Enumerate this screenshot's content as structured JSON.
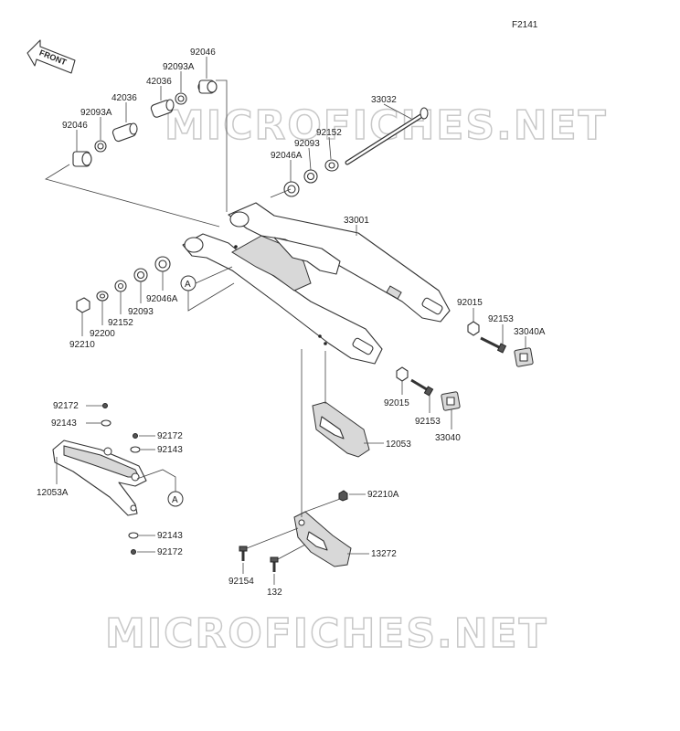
{
  "figure_code": "F2141",
  "front_arrow_label": "FRONT",
  "ref_marker": "A",
  "watermark": "MICROFICHES.NET",
  "parts": {
    "p92046_top": "92046",
    "p92093A_top": "92093A",
    "p42036_top": "42036",
    "p42036_left": "42036",
    "p92093A_left": "92093A",
    "p92046_left": "92046",
    "p33032": "33032",
    "p92152_right": "92152",
    "p92093_right": "92093",
    "p92046A_right": "92046A",
    "p33001": "33001",
    "p92046A_left": "92046A",
    "p92093_left": "92093",
    "p92152_left": "92152",
    "p92200": "92200",
    "p92210": "92210",
    "p92015_a": "92015",
    "p92153_a": "92153",
    "p33040A": "33040A",
    "p92015_b": "92015",
    "p92153_b": "92153",
    "p33040": "33040",
    "p12053": "12053",
    "p92172_a": "92172",
    "p92143_a": "92143",
    "p92172_b": "92172",
    "p92143_b": "92143",
    "p12053A": "12053A",
    "p92143_c": "92143",
    "p92172_c": "92172",
    "p92210A": "92210A",
    "p13272": "13272",
    "p92154": "92154",
    "p132": "132"
  }
}
